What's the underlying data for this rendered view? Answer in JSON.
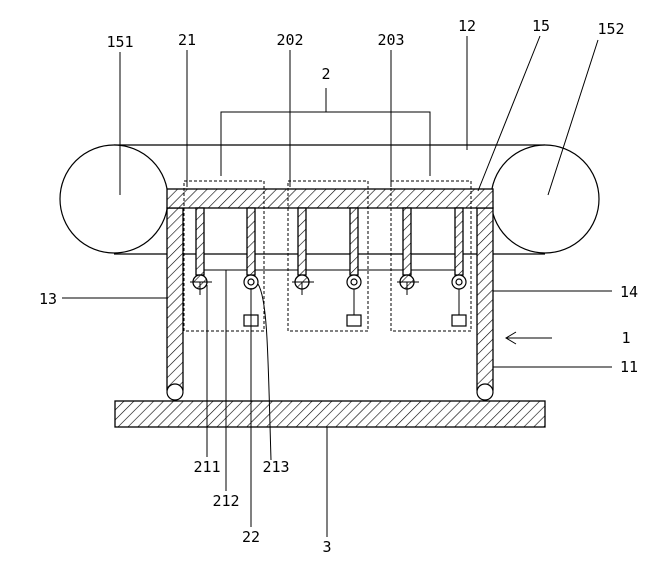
{
  "labels": {
    "l151": "151",
    "l21": "21",
    "l202": "202",
    "l203": "203",
    "l12": "12",
    "l15": "15",
    "l152": "152",
    "l2": "2",
    "l13": "13",
    "l14": "14",
    "l1": "1",
    "l11": "11",
    "l211": "211",
    "l212": "212",
    "l213": "213",
    "l22": "22",
    "l3": "3"
  }
}
